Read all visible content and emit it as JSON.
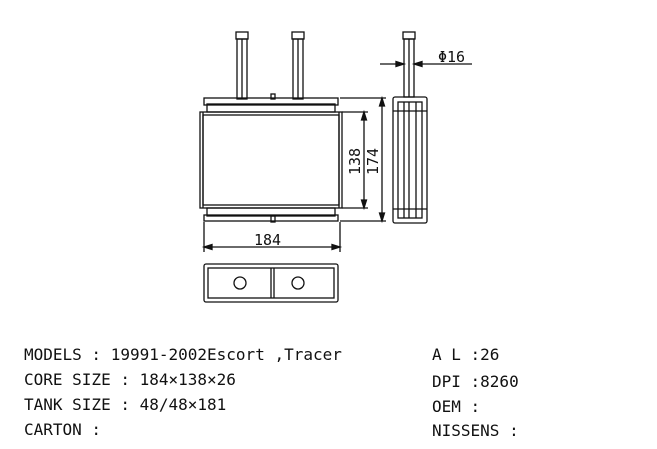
{
  "dimensions": {
    "width": "184",
    "height_core": "138",
    "height_total": "174",
    "pipe_diameter": "Φ16"
  },
  "specs": {
    "models": "MODELS : 19991-2002Escort ,Tracer",
    "core_size": "CORE SIZE : 184×138×26",
    "tank_size": "TANK SIZE : 48/48×181",
    "carton": "CARTON :",
    "al": "A L :26",
    "dpi": "DPI :8260",
    "oem": "OEM :",
    "nissens": "NISSENS :"
  },
  "colors": {
    "line": "#111111",
    "background": "#ffffff"
  }
}
